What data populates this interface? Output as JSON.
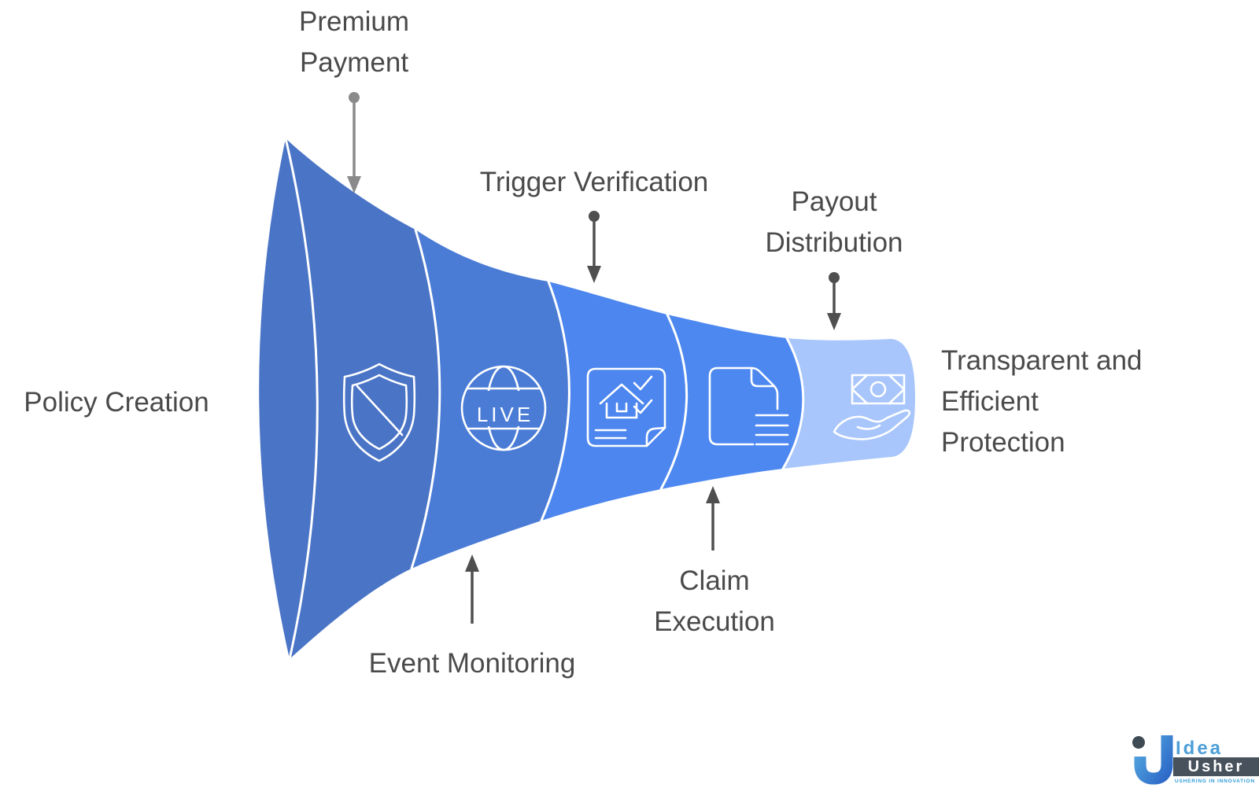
{
  "labels": {
    "policy_creation": "Policy Creation",
    "premium_payment": "Premium\nPayment",
    "trigger_verification": "Trigger Verification",
    "payout_distribution": "Payout\nDistribution",
    "event_monitoring": "Event Monitoring",
    "claim_execution": "Claim\nExecution",
    "outcome": "Transparent and\nEfficient\nProtection"
  },
  "funnel": {
    "live_text": "LIVE",
    "segments": [
      {
        "stage": "Policy Creation",
        "icon": "shield-icon"
      },
      {
        "stage": "Event Monitoring",
        "icon": "live-globe-icon"
      },
      {
        "stage": "Trigger Verification",
        "icon": "house-checklist-icon"
      },
      {
        "stage": "Claim Execution",
        "icon": "document-icon"
      },
      {
        "stage": "Payout Distribution",
        "icon": "cash-hand-icon"
      }
    ]
  },
  "logo": {
    "idea": "Idea",
    "usher": "Usher",
    "tagline": "USHERING IN INNOVATION"
  },
  "colors": {
    "background": "#FFFFFF",
    "seg1": "#4A74C6",
    "seg2": "#4A7CD6",
    "seg3": "#4C86EE",
    "seg4": "#4D88F1",
    "seg5": "#A8C6FB",
    "divider": "#FFFFFF",
    "icon_stroke": "#FFFFFF",
    "label_text": "#4A4A4A",
    "arrow_gray": "#8A8A8A",
    "arrow_dark": "#4F4F4F",
    "logo_dot": "#3E4A54",
    "logo_idea": "#4D9FD6",
    "logo_usher_bg": "#47525C",
    "logo_usher_text": "#FFFFFF",
    "logo_tagline": "#2F9BD8",
    "logo_u_start": "#55ABE0",
    "logo_u_end": "#2D68C8"
  }
}
